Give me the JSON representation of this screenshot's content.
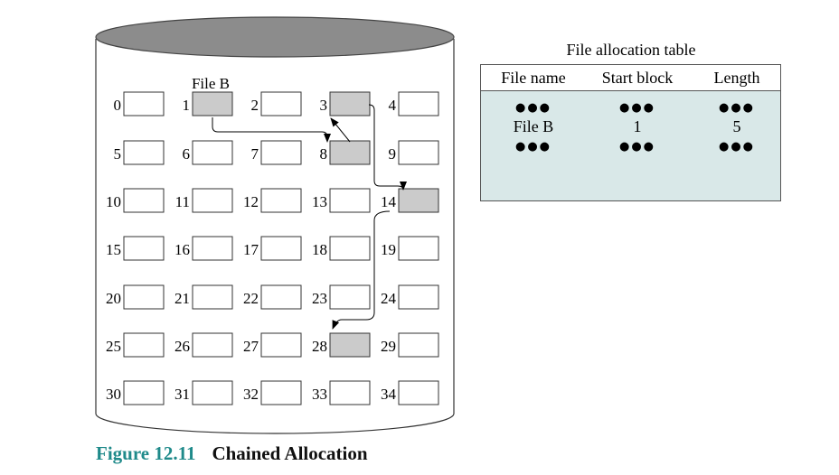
{
  "diagram": {
    "file_label": "File B",
    "blocks": [
      "0",
      "1",
      "2",
      "3",
      "4",
      "5",
      "6",
      "7",
      "8",
      "9",
      "10",
      "11",
      "12",
      "13",
      "14",
      "15",
      "16",
      "17",
      "18",
      "19",
      "20",
      "21",
      "22",
      "23",
      "24",
      "25",
      "26",
      "27",
      "28",
      "29",
      "30",
      "31",
      "32",
      "33",
      "34"
    ],
    "file_b_chain": [
      1,
      8,
      3,
      14,
      28
    ]
  },
  "fat": {
    "title": "File allocation table",
    "headers": [
      "File name",
      "Start block",
      "Length"
    ],
    "row_dots_top": [
      "●●●",
      "●●●",
      "●●●"
    ],
    "row": [
      "File B",
      "1",
      "5"
    ],
    "row_dots_bottom": [
      "●●●",
      "●●●",
      "●●●"
    ]
  },
  "caption": {
    "number": "Figure 12.11",
    "title": "Chained Allocation"
  },
  "colors": {
    "disk_top": "#8c8c8c",
    "block_used": "#cbcbcb",
    "table_bg": "#d9e8e8",
    "caption_accent": "#1f8a8a"
  }
}
